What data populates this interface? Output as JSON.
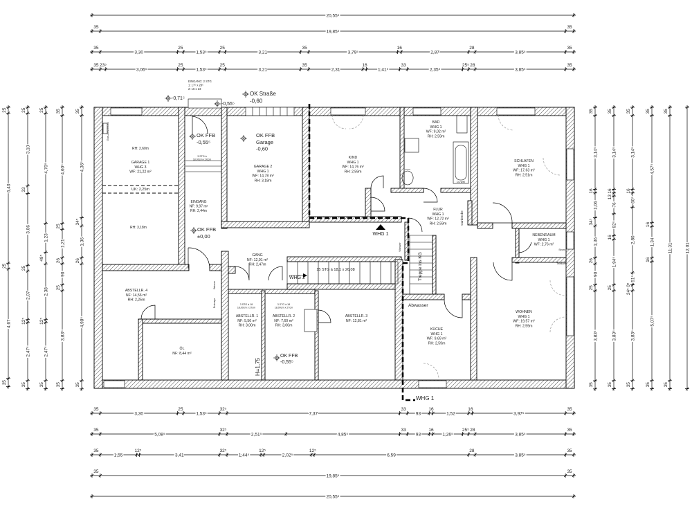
{
  "dimensions": {
    "top": [
      [
        "20,55⁵"
      ],
      [
        "35",
        "19,85⁵",
        "35"
      ],
      [
        "35",
        "3,30",
        "25",
        "1,53⁵",
        "25",
        "3,21",
        "35",
        "3,79⁵",
        "16",
        "2,87",
        "28",
        "3,85⁵",
        "35"
      ],
      [
        "35",
        "23⁵",
        "3,06⁵",
        "25",
        "1,53⁵",
        "25",
        "3,21",
        "35",
        "2,31",
        "16",
        "1,41⁵",
        "33",
        "2,35⁵",
        "25⁵",
        "28",
        "3,85⁵",
        "35"
      ]
    ],
    "bottom": [
      [
        "35",
        "3,30",
        "25",
        "1,53⁵",
        "32⁵",
        "7,37",
        "33",
        "93",
        "16",
        "1,52",
        "16",
        "3,97⁵",
        "35"
      ],
      [
        "35",
        "5,08⁵",
        "32⁵",
        "2,51⁵",
        "4,85⁵",
        "33",
        "93",
        "16",
        "1,26⁵",
        "25⁵",
        "28",
        "3,85⁵",
        "35"
      ],
      [
        "35",
        "1,55",
        "12⁵",
        "3,41",
        "32⁵",
        "1,44⁵",
        "12⁵",
        "2,02⁵",
        "12⁵",
        "6,59",
        "28",
        "3,85⁵",
        "35"
      ],
      [
        "35",
        "19,85⁵",
        "35"
      ],
      [
        "20,55⁵"
      ]
    ],
    "left": [
      [
        "25",
        "6,40",
        "25",
        "4,67",
        "35"
      ],
      [
        "25",
        "3,10",
        "33",
        "3,06",
        "25",
        "2,07",
        "12⁵",
        "2,47⁵",
        "35"
      ],
      [
        "25",
        "4,70⁵",
        "1,23",
        "49⁵",
        "2,38",
        "12⁵",
        "2,47⁵",
        "35"
      ],
      [
        "35",
        "4,60⁵",
        "25",
        "1,21",
        "26",
        "90",
        "25",
        "3,83⁵",
        "35"
      ],
      [
        "35",
        "4,36⁵",
        "34⁵",
        "1,36",
        "26",
        "4,98⁵",
        "35"
      ]
    ],
    "right": [
      [
        "35",
        "3,14⁵",
        "16",
        "1,06",
        "34⁵",
        "1,36",
        "26",
        "90",
        "25",
        "3,83⁵",
        "35"
      ],
      [
        "35",
        "3,14⁵",
        "16",
        "13",
        "76",
        "92⁵",
        "16",
        "1,94⁵",
        "25",
        "3,83⁵",
        "35"
      ],
      [
        "35",
        "3,14⁵",
        "16",
        "60⁵",
        "2,80",
        "51⁵",
        "0⁵",
        "24⁵",
        "3,83⁵",
        "35"
      ],
      [
        "35",
        "4,57⁵",
        "16",
        "1,34",
        "16",
        "5,07⁵",
        "35"
      ],
      [
        "35",
        "11,31",
        "35"
      ],
      [
        "12,01"
      ]
    ]
  },
  "labels": {
    "garage_1_rh": [
      "RH: 2,60m"
    ],
    "garage_1": [
      "GARAGE 1",
      "WHG 3",
      "WF: 21,22 m²"
    ],
    "uk": [
      "UK: 2,25m"
    ],
    "room_rh": [
      "RH: 3,18m"
    ],
    "gas": [
      "Gas-Anschluss"
    ],
    "eingang_stg": [
      "EINGANG: 2 STG",
      "1: 17⁵ x 28⁵",
      "2: 16 x 23"
    ],
    "level_071": [
      "-0,71⁵"
    ],
    "level_055_top": [
      "-0,55⁵"
    ],
    "ok_strasse": [
      "OK Straße",
      "-0,60"
    ],
    "ok_ffb_eingang": [
      "OK FFB",
      "-0,55⁵"
    ],
    "stg_3": [
      "3 STG à",
      "18,00cm x 30cm"
    ],
    "eingang": [
      "EINGANG",
      "NF: 9,97 m²",
      "RH: 2,44m"
    ],
    "ok_ffb_000": [
      "OK FFB",
      "±0,00"
    ],
    "ok_ffb_garage": [
      "OK FFB",
      "Garage",
      "-0,60"
    ],
    "garage_2": [
      "GARAGE 2",
      "WHG 1",
      "WF: 14,78 m²",
      "RH: 3,18m"
    ],
    "kind": [
      "KIND",
      "WHG 1",
      "WF: 14,76 m²",
      "RH: 2,59m"
    ],
    "bad": [
      "BAD",
      "WHG 1",
      "WF: 9,02 m²",
      "RH: 2,59m"
    ],
    "dl_wm": [
      "DL WM"
    ],
    "schlafen": [
      "SCHLAFEN",
      "WHG 1",
      "WF: 17,63 m²",
      "RH: 2,51m"
    ],
    "flur": [
      "FLUR",
      "WHG 1",
      "WF: 12,72 m²",
      "RH: 2,59m"
    ],
    "garderobe": [
      "Garderobe"
    ],
    "whg1_marker": [
      "WHG 1"
    ],
    "wasser_flur": [
      "Wasser"
    ],
    "nebenraum": [
      "NEBENRAUM",
      "WHG 1",
      "WF: 2,76 m²"
    ],
    "strom": [
      "Strom"
    ],
    "telekom": [
      "Telekom"
    ],
    "gang": [
      "GANG",
      "NF: 12,91 m²",
      "RH: 2,47m"
    ],
    "whg2": [
      "WHG 2"
    ],
    "stair": [
      "15 STG à 18,1 x 26,08"
    ],
    "treppe_kg": [
      "Treppe ins KG"
    ],
    "abwasser": [
      "Abwasser"
    ],
    "abstellr_4": [
      "ABSTELLR. 4",
      "NF: 14,56 m²",
      "RH: 2,25m"
    ],
    "wasser_gang": [
      "Wasser"
    ],
    "drainage": [
      "Drainage"
    ],
    "oel": [
      "ÖL",
      "NF: 8,44 m²"
    ],
    "stg_a1": [
      "3 STG à 18",
      "18,00cm x 27cm"
    ],
    "stg_a2": [
      "3 STG à 18",
      "18,00cm x 27cm"
    ],
    "abstellr_1": [
      "ABSTELLR. 1",
      "NF: 5,56 m²",
      "RH: 3,00m"
    ],
    "abstellr_2": [
      "ABSTELLR. 2",
      "NF: 7,60 m²",
      "RH: 3,00m"
    ],
    "abstellr_3": [
      "ABSTELLR. 3",
      "NF: 12,81 m²"
    ],
    "h175": [
      "H=1,75"
    ],
    "ok_ffb_a2": [
      "OK FFB",
      "-0,55⁵"
    ],
    "kueche": [
      "KÜCHE",
      "WHG 1",
      "WF: 9,69 m²",
      "RH: 2,59m"
    ],
    "wohnen": [
      "WOHNEN",
      "WHG 1",
      "WF: 19,57 m²",
      "RH: 2,59m"
    ],
    "whg1_bottom": [
      "WHG 1"
    ]
  }
}
